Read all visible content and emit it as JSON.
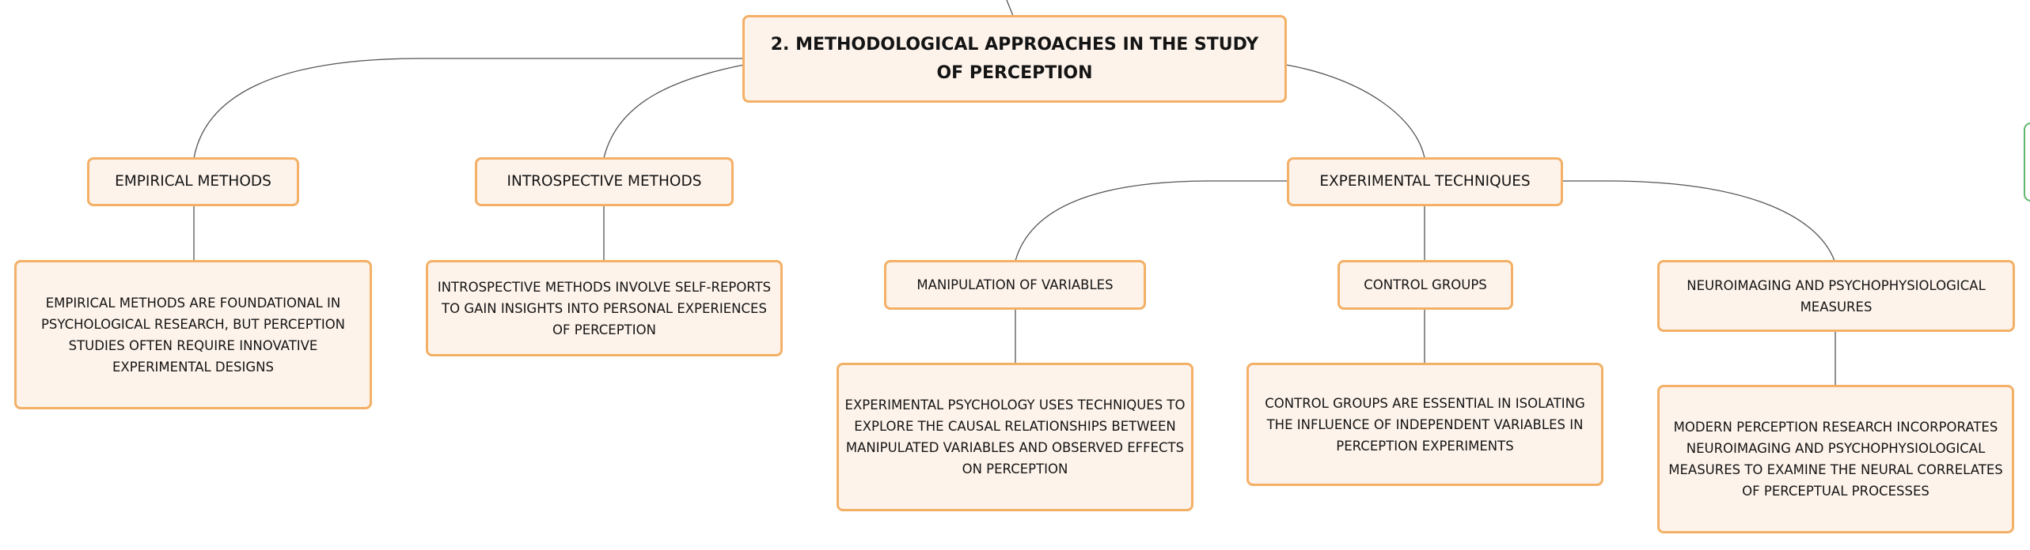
{
  "mindmap": {
    "root": {
      "label": "2. METHODOLOGICAL APPROACHES IN THE STUDY OF PERCEPTION"
    },
    "topics": [
      {
        "label": "EMPIRICAL METHODS",
        "detail": "EMPIRICAL METHODS ARE FOUNDATIONAL IN PSYCHOLOGICAL RESEARCH, BUT PERCEPTION STUDIES OFTEN REQUIRE INNOVATIVE EXPERIMENTAL DESIGNS"
      },
      {
        "label": "INTROSPECTIVE METHODS",
        "detail": "INTROSPECTIVE METHODS INVOLVE SELF-REPORTS TO GAIN INSIGHTS INTO PERSONAL EXPERIENCES OF PERCEPTION"
      },
      {
        "label": "EXPERIMENTAL TECHNIQUES",
        "subtopics": [
          {
            "label": "MANIPULATION OF VARIABLES",
            "detail": "EXPERIMENTAL PSYCHOLOGY USES TECHNIQUES TO EXPLORE THE CAUSAL RELATIONSHIPS BETWEEN MANIPULATED VARIABLES AND OBSERVED EFFECTS ON PERCEPTION"
          },
          {
            "label": "CONTROL GROUPS",
            "detail": "CONTROL GROUPS ARE ESSENTIAL IN ISOLATING THE INFLUENCE OF INDEPENDENT VARIABLES IN PERCEPTION EXPERIMENTS"
          },
          {
            "label": "NEUROIMAGING AND PSYCHOPHYSIOLOGICAL MEASURES",
            "detail": "MODERN PERCEPTION RESEARCH INCORPORATES NEUROIMAGING AND PSYCHOPHYSIOLOGICAL MEASURES TO EXAMINE THE NEURAL CORRELATES OF PERCEPTUAL PROCESSES"
          }
        ]
      }
    ]
  },
  "colors": {
    "node_fill": "#fdf3eb",
    "node_border": "#f3b066",
    "connector": "#555555",
    "edge_tab_border": "#5fb86b"
  }
}
